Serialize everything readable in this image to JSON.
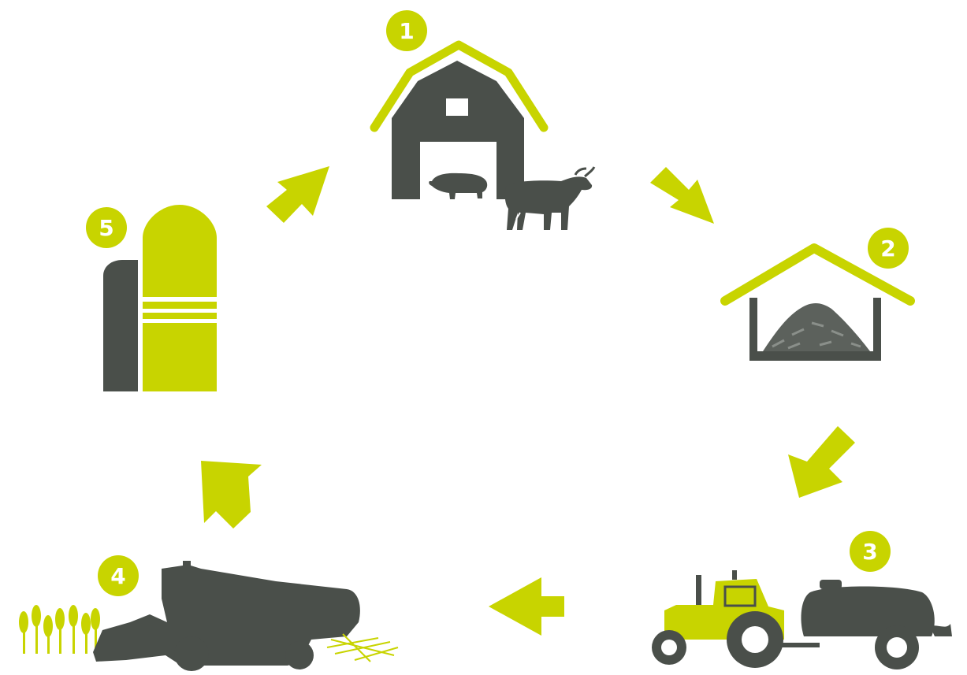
{
  "colors": {
    "accent": "#c8d400",
    "dark": "#4a4f4a",
    "background": "#ffffff"
  },
  "steps": [
    {
      "number": "1",
      "icon": "barn-with-livestock-icon"
    },
    {
      "number": "2",
      "icon": "manure-storage-shed-icon"
    },
    {
      "number": "3",
      "icon": "tractor-slurry-tanker-icon"
    },
    {
      "number": "4",
      "icon": "combine-harvester-icon"
    },
    {
      "number": "5",
      "icon": "silo-icon"
    }
  ],
  "arrows": [
    {
      "from": "1",
      "to": "2"
    },
    {
      "from": "2",
      "to": "3"
    },
    {
      "from": "3",
      "to": "4"
    },
    {
      "from": "4",
      "to": "5"
    },
    {
      "from": "5",
      "to": "1"
    }
  ]
}
